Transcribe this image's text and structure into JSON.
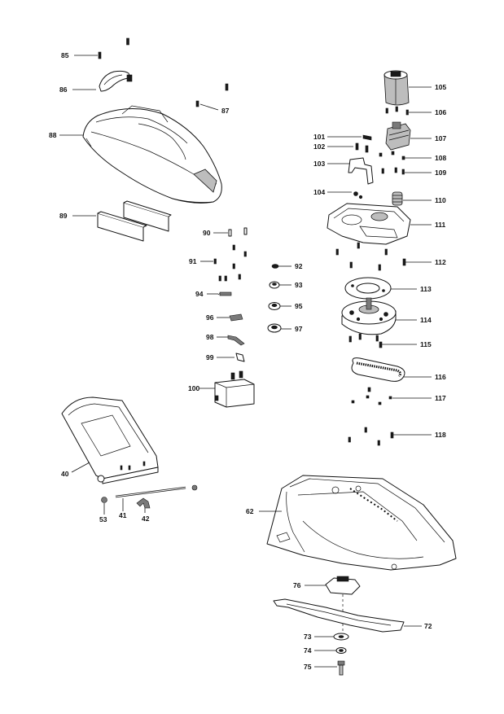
{
  "labels": {
    "p85": "85",
    "p86": "86",
    "p87": "87",
    "p88": "88",
    "p89": "89",
    "p90": "90",
    "p91": "91",
    "p92": "92",
    "p93": "93",
    "p94": "94",
    "p95": "95",
    "p96": "96",
    "p97": "97",
    "p98": "98",
    "p99": "99",
    "p100": "100",
    "p101": "101",
    "p102": "102",
    "p103": "103",
    "p104": "104",
    "p105": "105",
    "p106": "106",
    "p107": "107",
    "p108": "108",
    "p109": "109",
    "p110": "110",
    "p111": "111",
    "p112": "112",
    "p113": "113",
    "p114": "114",
    "p115": "115",
    "p116": "116",
    "p117": "117",
    "p118": "118",
    "p40": "40",
    "p41": "41",
    "p42": "42",
    "p53": "53",
    "p62": "62",
    "p72": "72",
    "p73": "73",
    "p74": "74",
    "p75": "75",
    "p76": "76"
  }
}
